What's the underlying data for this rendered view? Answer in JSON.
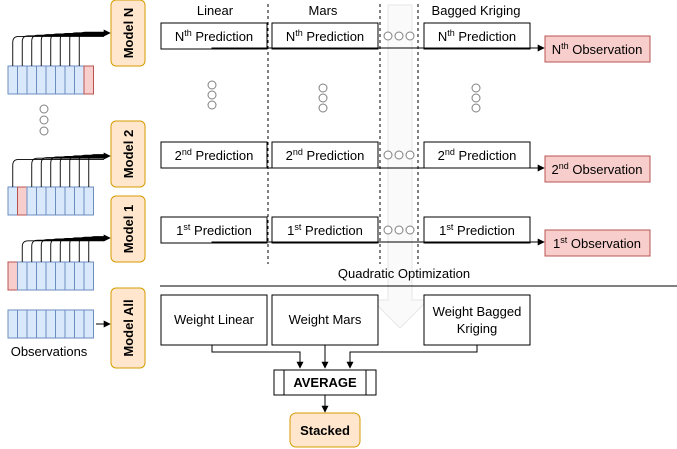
{
  "columns": {
    "linear": "Linear",
    "mars": "Mars",
    "bagged": "Bagged Kriging"
  },
  "models": {
    "n": "Model N",
    "two": "Model 2",
    "one": "Model 1",
    "all": "Model All"
  },
  "ordinals": {
    "n": "N",
    "two": "2",
    "one": "1",
    "n_suffix": "th",
    "two_suffix": "nd",
    "one_suffix": "st"
  },
  "prediction_word": "Prediction",
  "observation_word": "Observation",
  "quadratic_label": "Quadratic Optimization",
  "weights": {
    "linear": "Weight Linear",
    "mars": "Weight Mars",
    "bagged_line1": "Weight Bagged",
    "bagged_line2": "Kriging"
  },
  "average_label": "AVERAGE",
  "stacked_label": "Stacked",
  "observations_label": "Observations",
  "colors": {
    "model_fill": "#ffe6cc",
    "model_stroke": "#d79b00",
    "cell_fill": "#dae8fc",
    "cell_stroke": "#6c8ebf",
    "highlight_fill": "#f8cecc",
    "highlight_stroke": "#b85450"
  }
}
